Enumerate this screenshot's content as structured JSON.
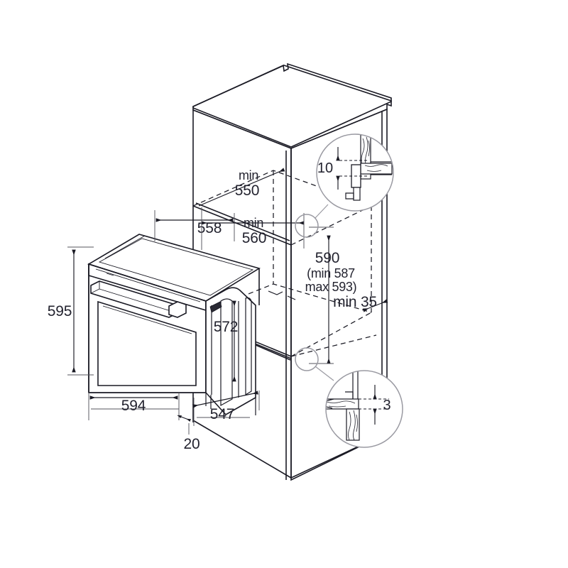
{
  "drawing": {
    "title": "Built-in oven installation dimension diagram",
    "type": "technical-line-drawing",
    "projection": "isometric",
    "units": "mm",
    "background_color": "#ffffff",
    "line_color": "#1a1a24",
    "text_color": "#23232f",
    "detail_circle_color": "#9a9aa2"
  },
  "dimensions": {
    "appliance_height": "595",
    "appliance_width": "594",
    "appliance_depth": "547",
    "door_front_offset": "20",
    "door_glass_height": "572",
    "top_depth_558": "558",
    "niche_min_depth_label": "min",
    "niche_min_depth_value": "550",
    "niche_min_width_label": "min",
    "niche_min_width_value": "560",
    "niche_height_nominal": "590",
    "niche_height_min": "(min 587",
    "niche_height_max": "max 593)",
    "rear_gap_label": "min 35",
    "detail_top_gap": "10",
    "detail_bottom_gap": "3"
  },
  "labels": {
    "height_595": "595",
    "width_594": "594",
    "depth_547": "547",
    "offset_20": "20",
    "glass_572": "572",
    "top_558": "558",
    "min_word_a": "min",
    "min_550": "550",
    "min_word_b": "min",
    "min_560": "560",
    "niche_590": "590",
    "niche_min_587": "(min 587",
    "niche_max_593": "max 593)",
    "min_35": "min 35",
    "detail_10": "10",
    "detail_3": "3"
  },
  "details": [
    {
      "id": "detail-top",
      "callout_value": "10",
      "description": "top fixing cross-section showing 10 mm clearance"
    },
    {
      "id": "detail-bottom",
      "callout_value": "3",
      "description": "bottom plinth cross-section showing 3 mm clearance"
    }
  ],
  "components": {
    "cabinet": "kitchen-housing-cabinet",
    "appliance": "built-in-oven",
    "oven_door": "oven-door-with-glass",
    "oven_handle": "oven-door-handle",
    "control_panel": "oven-control-panel"
  }
}
